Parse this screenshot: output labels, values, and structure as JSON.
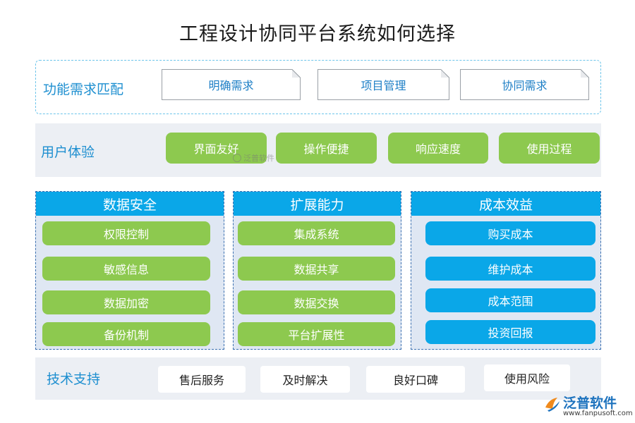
{
  "title": "工程设计协同平台系统如何选择",
  "row1": {
    "label": "功能需求匹配",
    "items": [
      "明确需求",
      "项目管理",
      "协同需求"
    ]
  },
  "row2": {
    "label": "用户体验",
    "items": [
      "界面友好",
      "操作便捷",
      "响应速度",
      "使用过程"
    ]
  },
  "columns": [
    {
      "heading": "数据安全",
      "items": [
        "权限控制",
        "敏感信息",
        "数据加密",
        "备份机制"
      ],
      "color": "#8dc94f"
    },
    {
      "heading": "扩展能力",
      "items": [
        "集成系统",
        "数据共享",
        "数据交换",
        "平台扩展性"
      ],
      "color": "#8dc94f"
    },
    {
      "heading": "成本效益",
      "items": [
        "购买成本",
        "维护成本",
        "成本范围",
        "投资回报"
      ],
      "color": "#0aa7e8"
    }
  ],
  "row4": {
    "label": "技术支持",
    "items": [
      "售后服务",
      "及时解决",
      "良好口碑",
      "使用风险"
    ]
  },
  "watermark": "泛普软件",
  "logo": {
    "name": "泛普软件",
    "url": "www.fanpusoft.com"
  },
  "colors": {
    "accent_blue": "#0aa7e8",
    "green": "#8dc94f",
    "label_blue": "#1e8fd0"
  }
}
